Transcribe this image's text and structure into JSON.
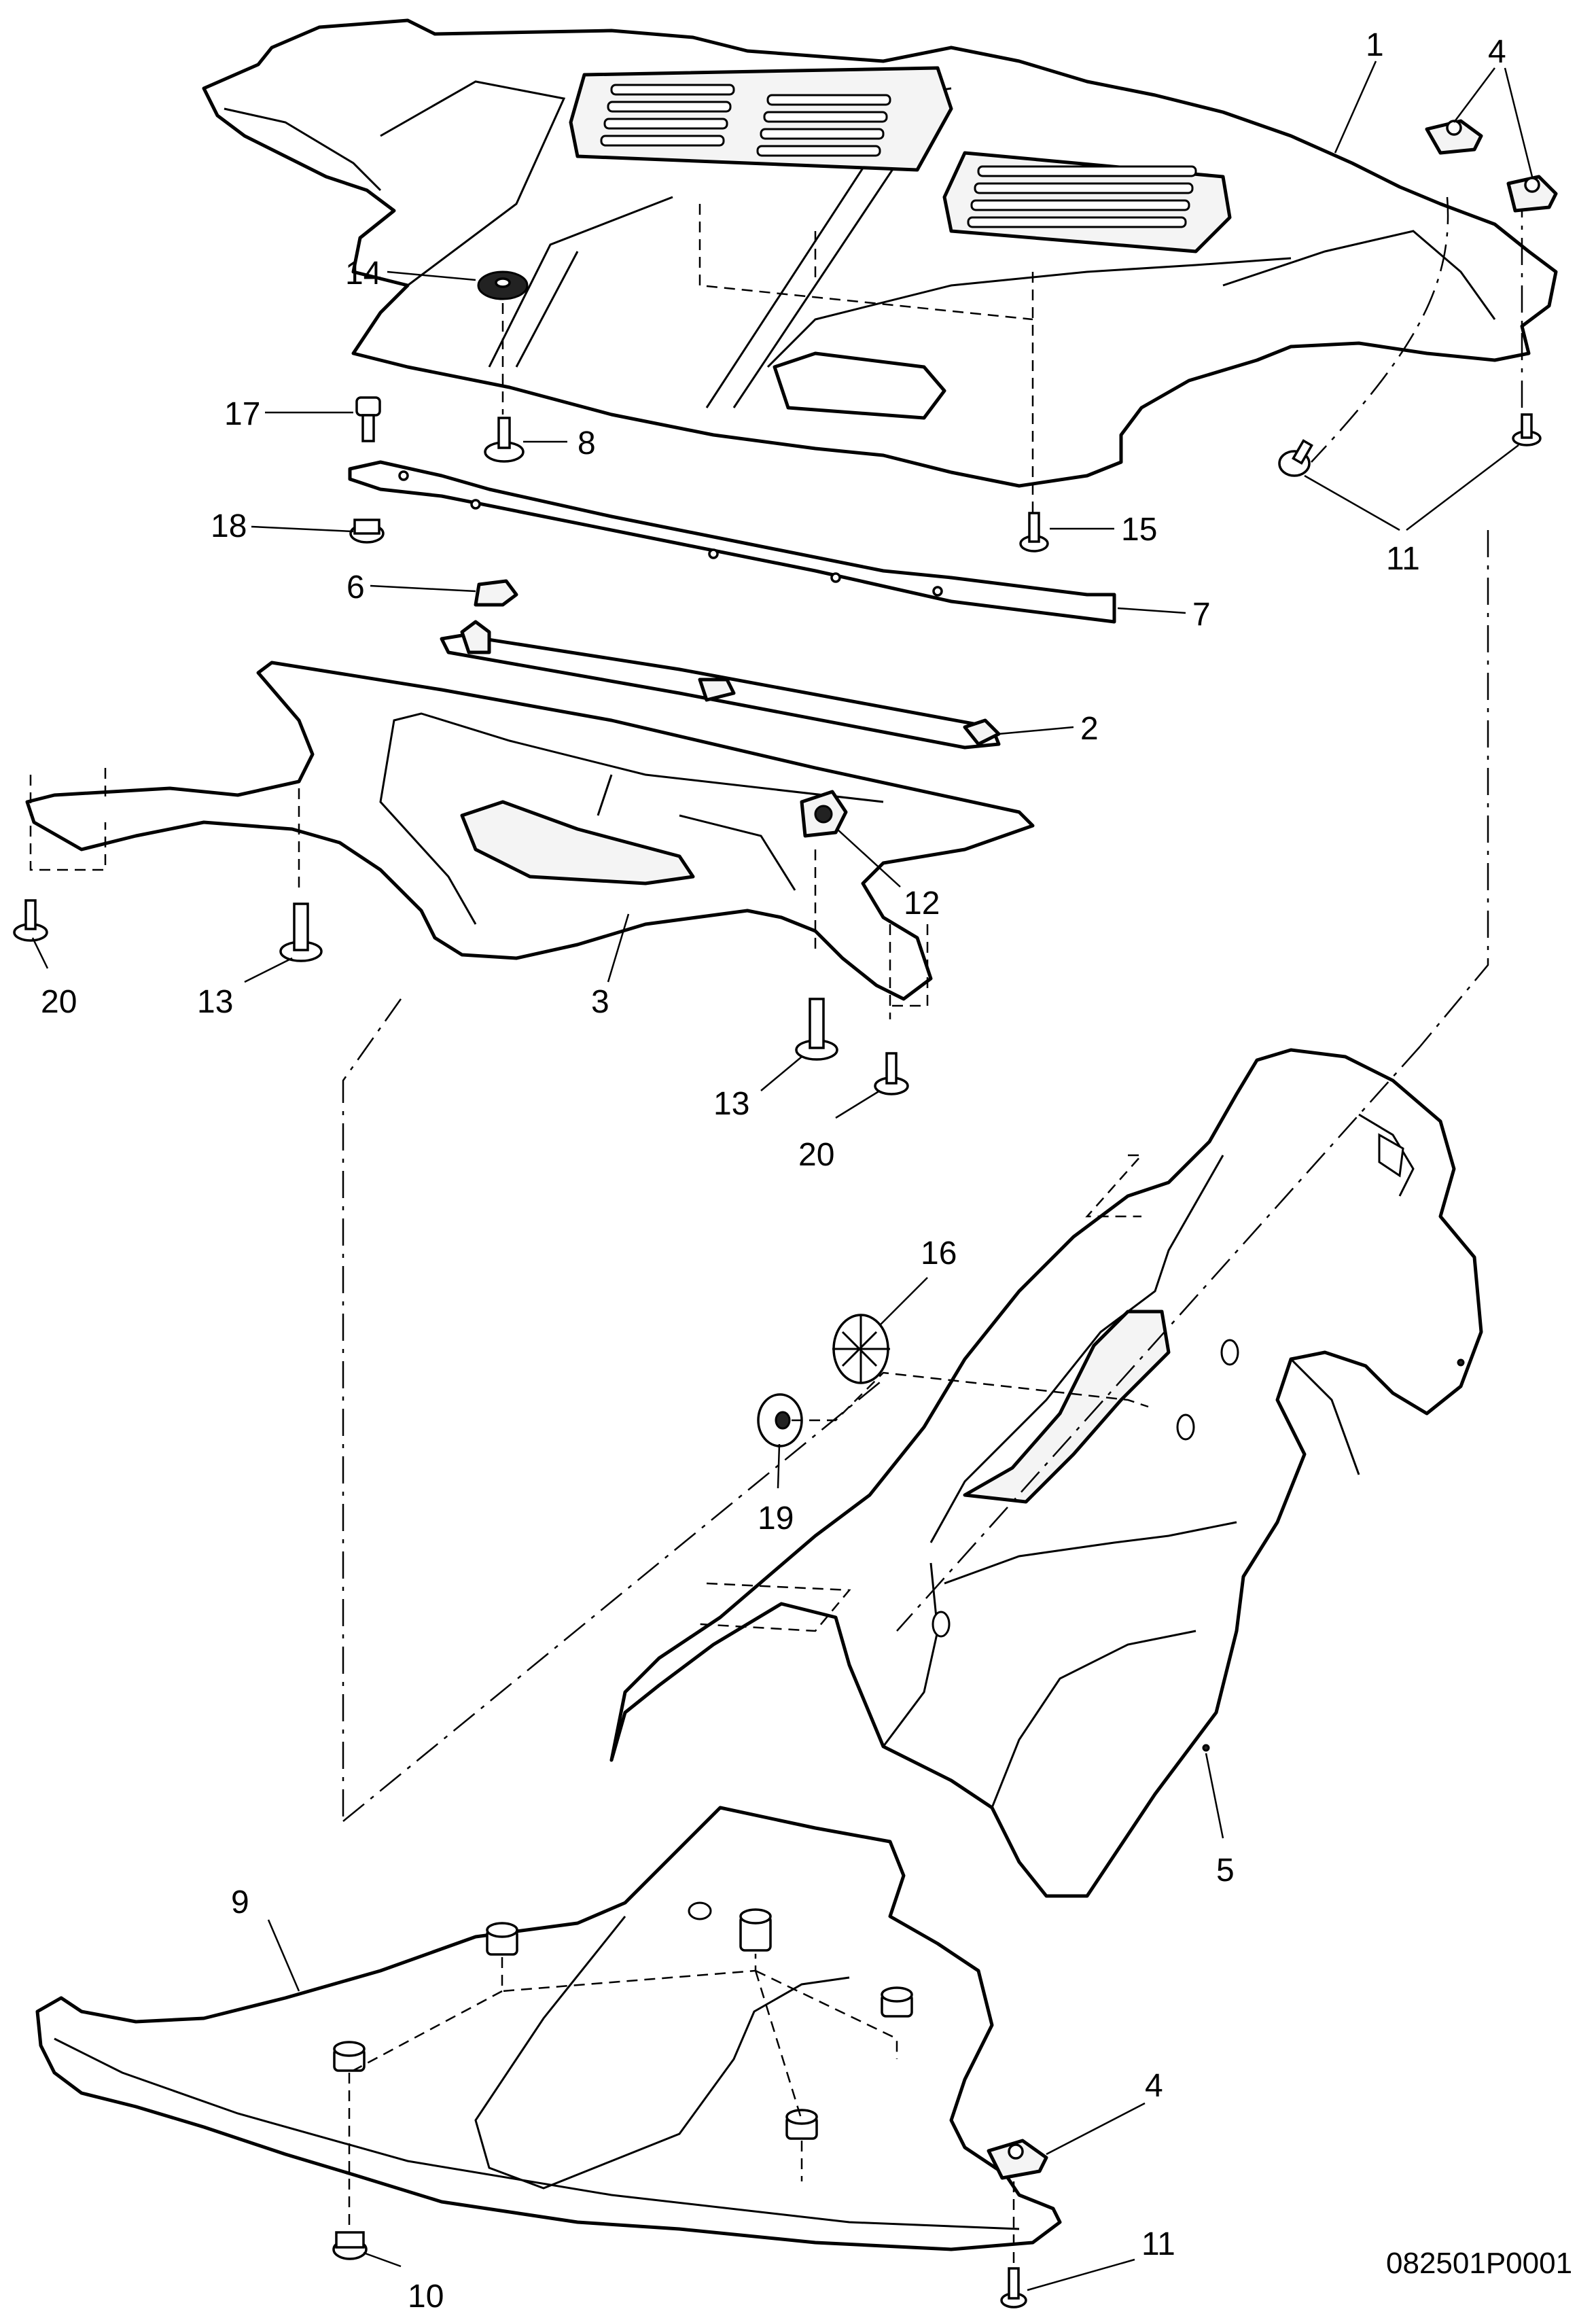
{
  "drawing": {
    "code": "082501P0001"
  },
  "callouts": [
    {
      "id": "c1",
      "label": "1"
    },
    {
      "id": "c4a",
      "label": "4"
    },
    {
      "id": "c14",
      "label": "14"
    },
    {
      "id": "c17",
      "label": "17"
    },
    {
      "id": "c8",
      "label": "8"
    },
    {
      "id": "c18",
      "label": "18"
    },
    {
      "id": "c15",
      "label": "15"
    },
    {
      "id": "c11a",
      "label": "11"
    },
    {
      "id": "c6",
      "label": "6"
    },
    {
      "id": "c7",
      "label": "7"
    },
    {
      "id": "c2",
      "label": "2"
    },
    {
      "id": "c12",
      "label": "12"
    },
    {
      "id": "c20a",
      "label": "20"
    },
    {
      "id": "c13a",
      "label": "13"
    },
    {
      "id": "c3",
      "label": "3"
    },
    {
      "id": "c13b",
      "label": "13"
    },
    {
      "id": "c20b",
      "label": "20"
    },
    {
      "id": "c16",
      "label": "16"
    },
    {
      "id": "c19",
      "label": "19"
    },
    {
      "id": "c5",
      "label": "5"
    },
    {
      "id": "c9",
      "label": "9"
    },
    {
      "id": "c4b",
      "label": "4"
    },
    {
      "id": "c11b",
      "label": "11"
    },
    {
      "id": "c10",
      "label": "10"
    }
  ]
}
